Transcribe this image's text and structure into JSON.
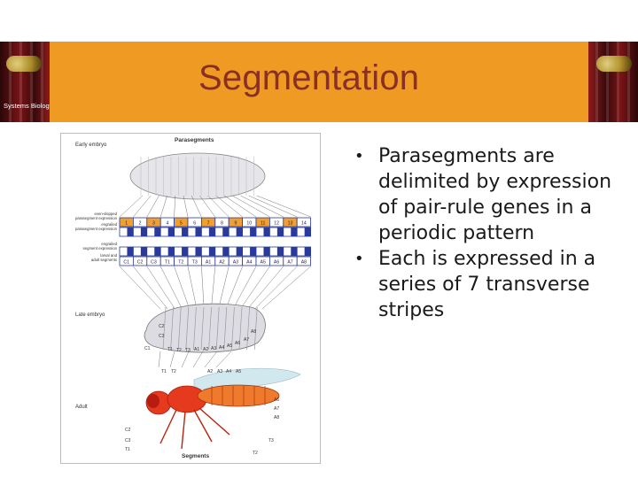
{
  "slide": {
    "title": "Segmentation",
    "logo_text": "Systems Biology",
    "bullets": [
      "Parasegments are delimited by expression of pair-rule genes in a periodic pattern",
      "Each is expressed in a series of 7 transverse stripes"
    ]
  },
  "figure": {
    "stage_labels": [
      "Early embryo",
      "Late embryo",
      "Adult"
    ],
    "header_top": "Parasegments",
    "header_bottom": "Segments",
    "row_labels": [
      "even-skipped\nparasegment expression",
      "engrailed\nparasegment expression",
      "engrailed\nsegment expression",
      "larval and\nadult segments"
    ],
    "parasegments": [
      "1",
      "2",
      "3",
      "4",
      "5",
      "6",
      "7",
      "8",
      "9",
      "10",
      "11",
      "12",
      "13",
      "14"
    ],
    "segments": [
      "C1",
      "C2",
      "C3",
      "T1",
      "T2",
      "T3",
      "A1",
      "A2",
      "A3",
      "A4",
      "A5",
      "A6",
      "A7",
      "A8"
    ],
    "larva_labels": [
      "C2",
      "C3",
      "C1",
      "T1",
      "T2",
      "T3",
      "A1",
      "A2",
      "A3",
      "A4",
      "A5",
      "A6",
      "A7",
      "A8"
    ],
    "adult_top_labels": [
      "T1",
      "T2",
      "A2",
      "A3",
      "A4",
      "A5"
    ],
    "adult_side_labels": [
      "C2",
      "C3",
      "T1",
      "T2",
      "T3",
      "A6",
      "A7",
      "A8"
    ],
    "colors": {
      "banner": "#ef9a22",
      "title": "#8a2f25",
      "row_orange": "#f0a030",
      "row_blue": "#2a3a9a",
      "fly_body": "#e63a1e"
    }
  }
}
